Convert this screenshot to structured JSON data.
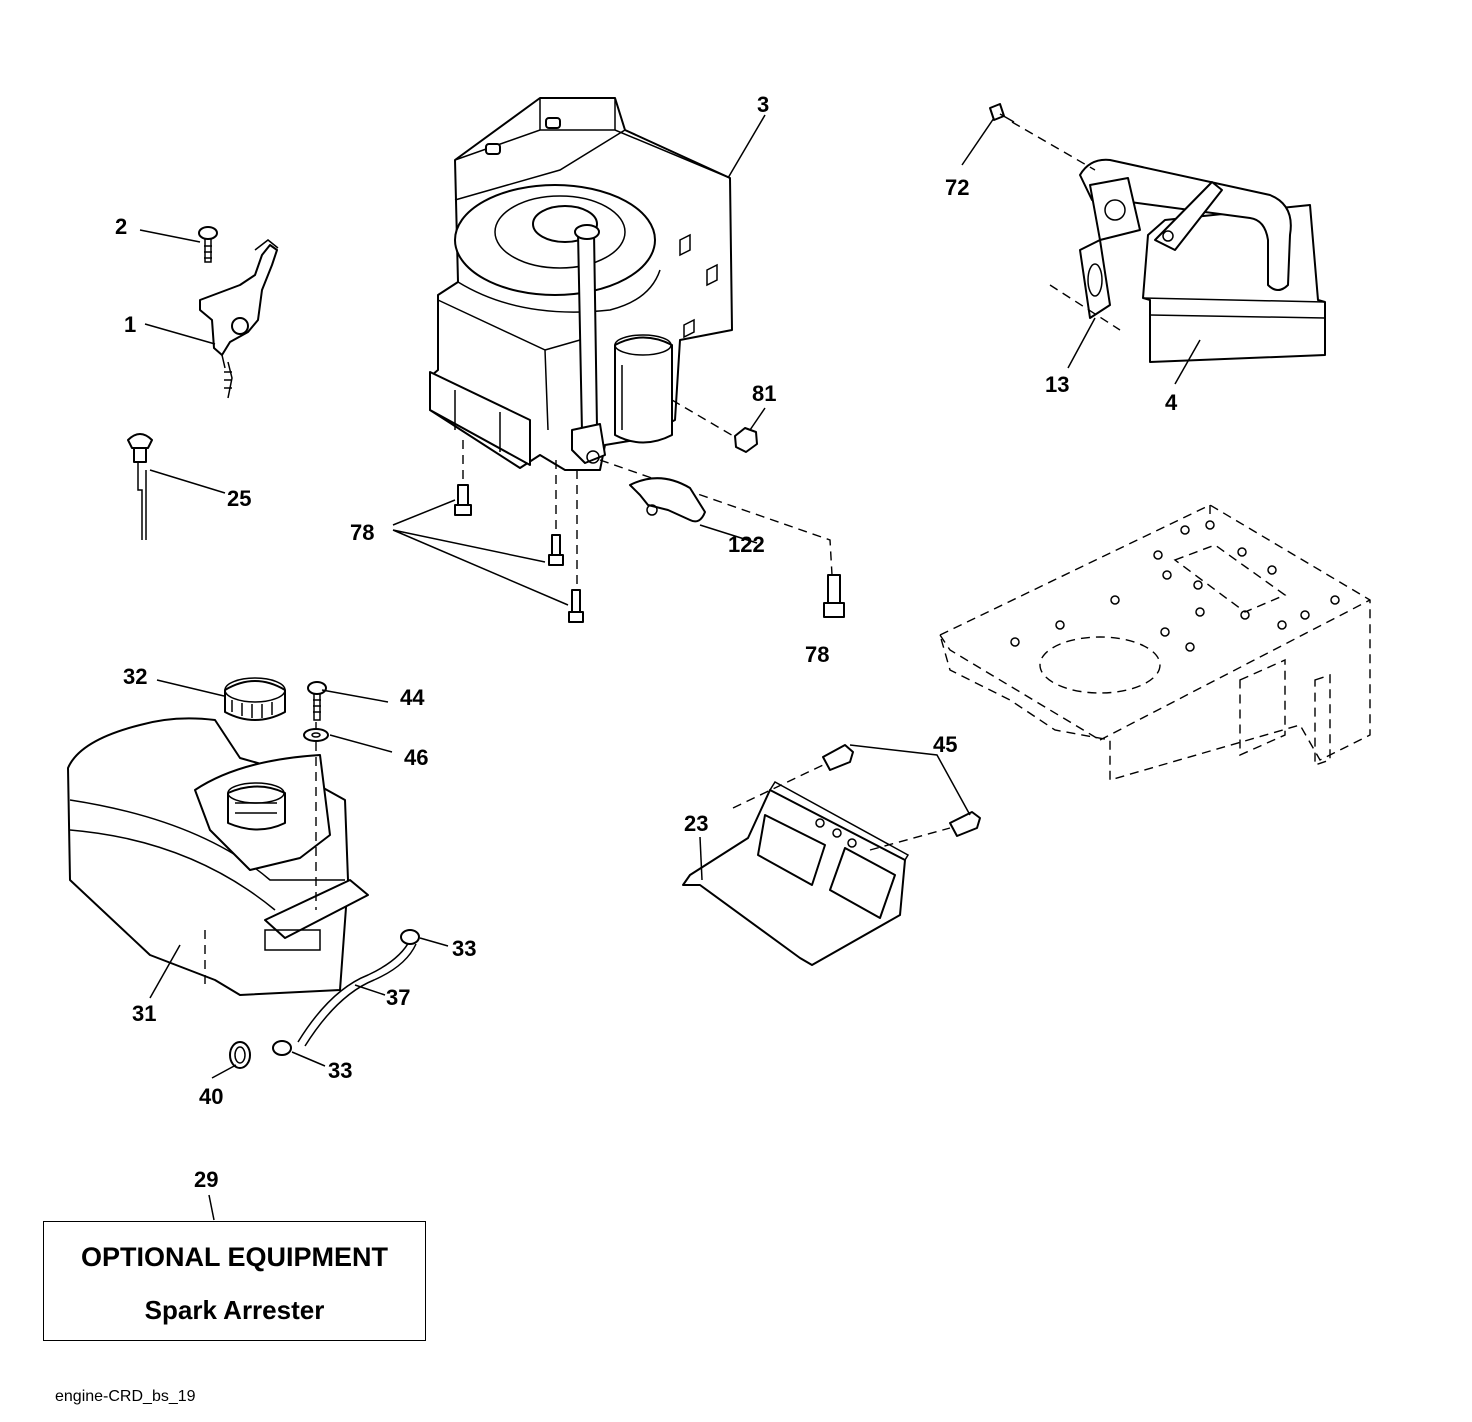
{
  "diagram": {
    "callouts": {
      "c1": "1",
      "c2": "2",
      "c3": "3",
      "c4": "4",
      "c13": "13",
      "c23": "23",
      "c25": "25",
      "c29": "29",
      "c31": "31",
      "c32": "32",
      "c33a": "33",
      "c33b": "33",
      "c37": "37",
      "c40": "40",
      "c44": "44",
      "c45": "45",
      "c46": "46",
      "c72": "72",
      "c78a": "78",
      "c78b": "78",
      "c81": "81",
      "c122": "122"
    },
    "optional_box": {
      "title": "OPTIONAL EQUIPMENT",
      "subtitle": "Spark Arrester"
    },
    "footer_code": "engine-CRD_bs_19"
  }
}
